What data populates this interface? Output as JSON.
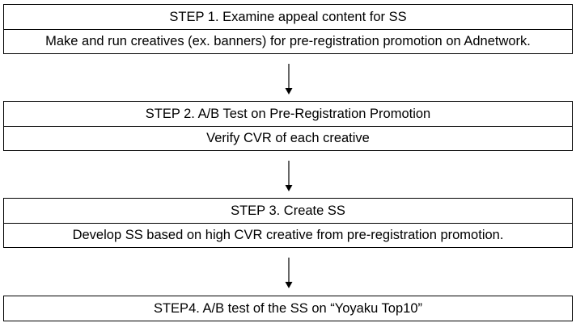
{
  "steps": [
    {
      "title": "STEP 1. Examine appeal content for SS",
      "detail": "Make and run creatives (ex. banners) for pre-registration promotion on Adnetwork."
    },
    {
      "title": "STEP 2. A/B Test on Pre-Registration Promotion",
      "detail": "Verify CVR of each creative"
    },
    {
      "title": "STEP 3. Create SS",
      "detail": "Develop SS based on high CVR creative from pre-registration promotion."
    },
    {
      "title": "STEP4. A/B test of the SS on “Yoyaku Top10”"
    }
  ],
  "colors": {
    "border": "#000000",
    "text": "#000000",
    "background": "#ffffff"
  }
}
